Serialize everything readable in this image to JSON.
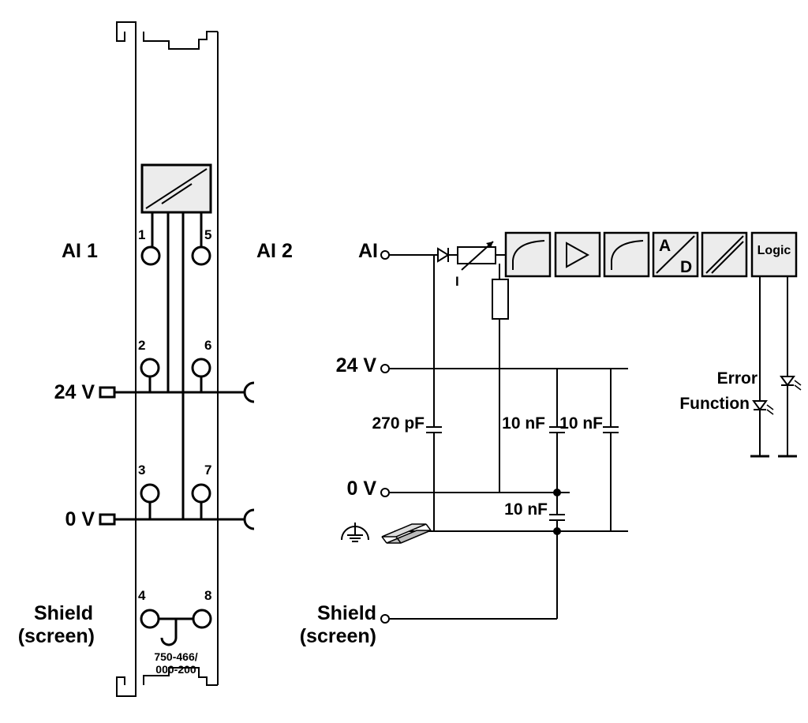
{
  "module": {
    "ch1_label": "AI 1",
    "ch2_label": "AI 2",
    "label_24v": "24 V",
    "label_0v": "0 V",
    "shield_line1": "Shield",
    "shield_line2": "(screen)",
    "terminals": [
      "1",
      "2",
      "3",
      "4",
      "5",
      "6",
      "7",
      "8"
    ],
    "part_line1": "750-466/",
    "part_line2": "000-200"
  },
  "circuit": {
    "ai_label": "AI",
    "label_24v": "24 V",
    "label_0v": "0 V",
    "shield_line1": "Shield",
    "shield_line2": "(screen)",
    "cap_270pf": "270 pF",
    "cap_10nf_a": "10 nF",
    "cap_10nf_b": "10 nF",
    "cap_10nf_c": "10 nF",
    "current_symbol": "I",
    "adc_a": "A",
    "adc_d": "D",
    "logic": "Logic",
    "error": "Error",
    "function": "Function"
  },
  "icons": [
    "ground-icon",
    "din-rail-icon",
    "led-icon",
    "filter-icon",
    "amplifier-icon",
    "isolator-icon",
    "diode-icon",
    "potentiometer-icon",
    "resistor-icon"
  ]
}
